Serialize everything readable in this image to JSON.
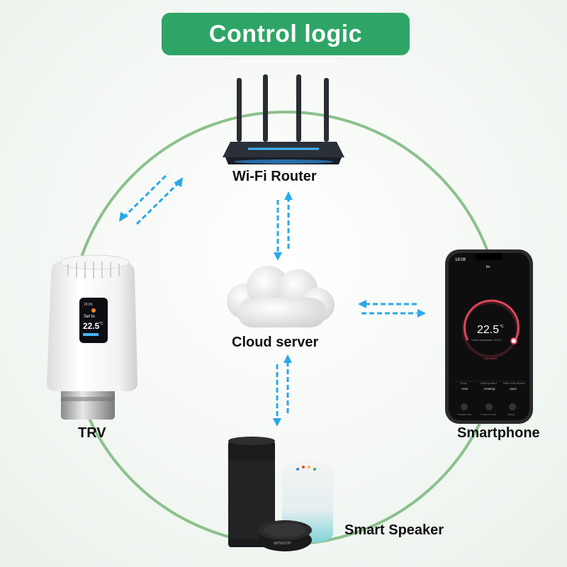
{
  "banner": {
    "title": "Control logic"
  },
  "nodes": {
    "router": "Wi-Fi Router",
    "cloud": "Cloud server",
    "trv": "TRV",
    "phone": "Smartphone",
    "speaker": "Smart Speaker"
  },
  "trv_display": {
    "time": "18:06",
    "set_to": "Set to",
    "temp": "22.5",
    "unit": "°C"
  },
  "phone_screen": {
    "status_time": "18:08",
    "app_title": "trv",
    "temp": "22.5",
    "unit": "°C",
    "current_temp_text": "Current temperature : 26.0°C",
    "mode_text": "Low power",
    "status_headers": [
      "Mode",
      "Working status",
      "State of the window"
    ],
    "status_values": [
      "Auto",
      "Heating",
      "open"
    ],
    "bottom_tabs": [
      "Function Rule",
      "Function Home",
      "Setting"
    ]
  },
  "speaker": {
    "brand": "amazon"
  },
  "colors": {
    "banner": "#2ea567",
    "ring": "#8cc08c",
    "arrows": "#2aa8e8",
    "dial": "#e0455a"
  }
}
